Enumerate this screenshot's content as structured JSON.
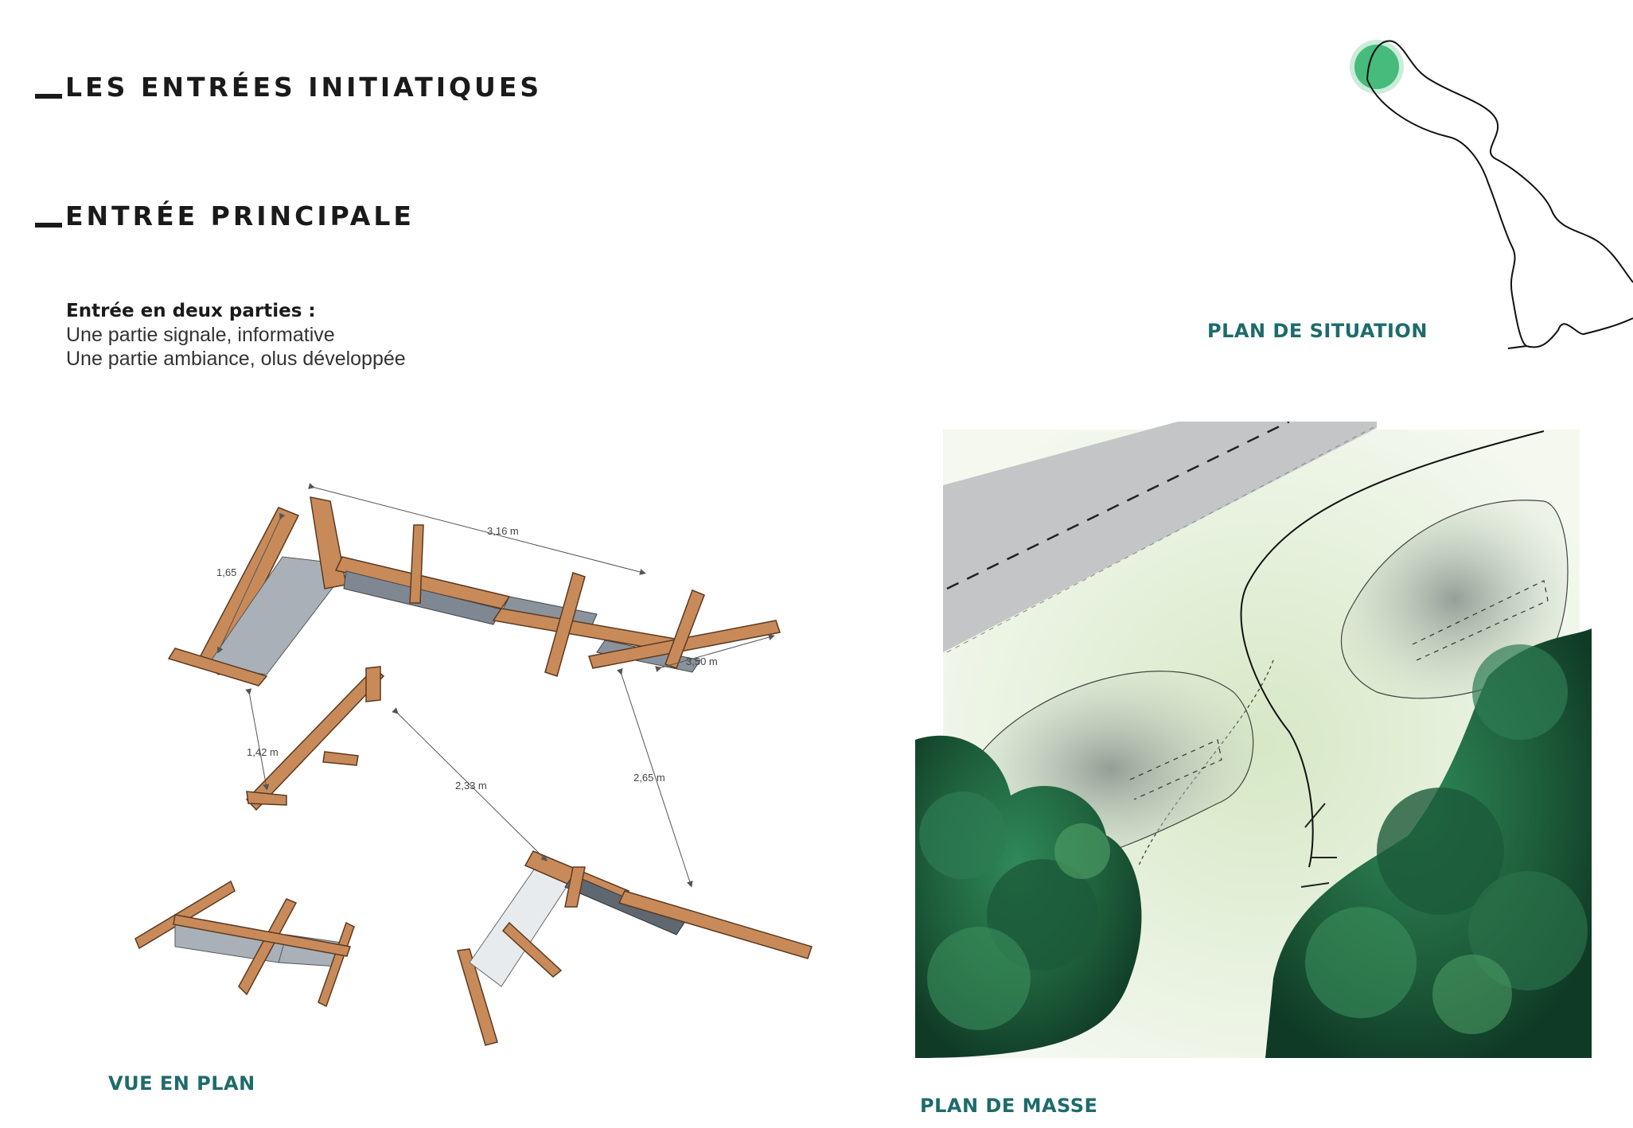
{
  "headings": {
    "primary": "LES ENTRÉES INITIATIQUES",
    "secondary": "ENTRÉE PRINCIPALE"
  },
  "intro": {
    "title": "Entrée en deux parties :",
    "line1": "Une partie signale, informative",
    "line2": "Une partie ambiance, olus développée"
  },
  "captions": {
    "situation": "PLAN DE SITUATION",
    "plan": "VUE EN PLAN",
    "masse": "PLAN  DE MASSE"
  },
  "dimensions": {
    "d1": "1,65",
    "d2": "3,16 m",
    "d3": "3,50 m",
    "d4": "1,42 m",
    "d5": "2,33 m",
    "d6": "2,65 m"
  },
  "colors": {
    "accent": "#1e6b6b",
    "highlight": "#2fb36b",
    "wood": "#c98a5a",
    "panel": "#9aa3ad"
  }
}
